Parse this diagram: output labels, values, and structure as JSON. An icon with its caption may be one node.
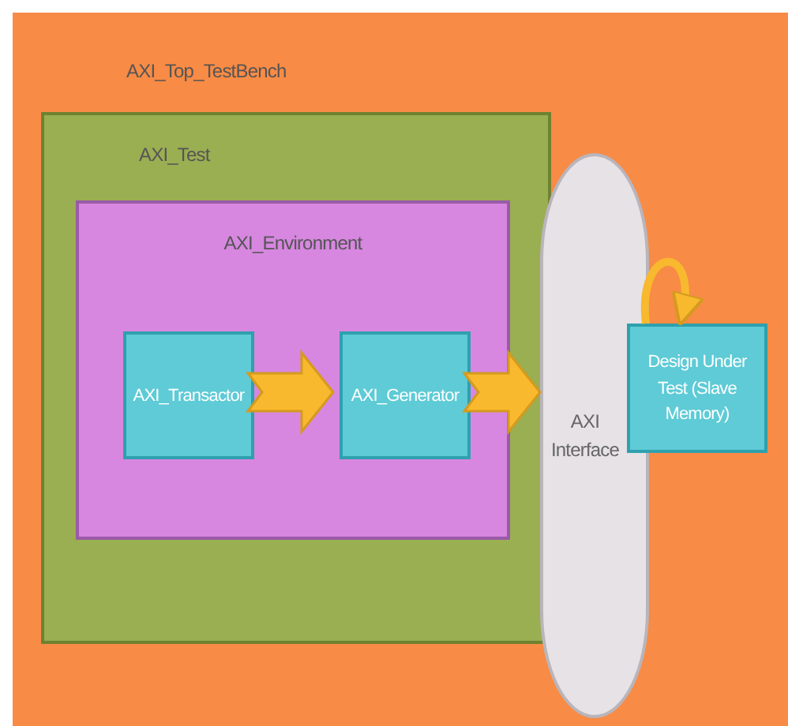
{
  "diagram": {
    "nodes": [
      {
        "text": [
          "AXI_Top_TestBench"
        ]
      },
      {
        "text": [
          "AXI_Test"
        ],
        "in": 0
      },
      {
        "text": [
          "AXI_Environment"
        ],
        "in": 1
      },
      {
        "text": [
          "AXI_Transactor"
        ],
        "in": 2
      },
      {
        "text": [
          "AXI_Generator"
        ],
        "in": 2
      },
      {
        "text": [
          "AXI Interface"
        ],
        "in": 0
      },
      {
        "text": [
          "Design Under Test (Slave Memory)"
        ],
        "in": 0
      }
    ],
    "edges": [
      {
        "from": 3,
        "to": 4,
        "arrow": "to"
      },
      {
        "from": 4,
        "to": 5,
        "arrow": "to"
      },
      {
        "from": 6,
        "to": 6,
        "arrow": "to"
      }
    ]
  }
}
